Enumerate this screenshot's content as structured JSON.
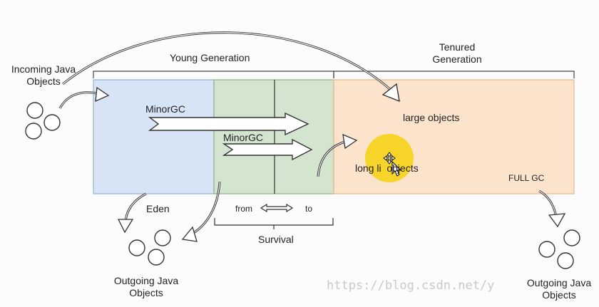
{
  "labels": {
    "incoming": "Incoming Java\nObjects",
    "young_generation": "Young Generation",
    "tenured_generation": "Tenured\nGeneration",
    "minor_gc_eden": "MinorGC",
    "minor_gc_survivor": "MinorGC",
    "large_objects": "large objects",
    "long_lived_objects": "long li  objects",
    "full_gc": "FULL GC",
    "eden": "Eden",
    "from": "from",
    "to": "to",
    "survival": "Survival",
    "outgoing_left": "Outgoing Java\nObjects",
    "outgoing_right": "Outgoing Java\nObjects"
  },
  "watermark": "https://blog.csdn.net/y",
  "colors": {
    "eden": "#d6e4f5",
    "survivor": "#d3e4cf",
    "tenured": "#fbe3cc",
    "highlight": "#f5d21b"
  },
  "icons": {
    "cursor": "move-cursor-icon"
  }
}
